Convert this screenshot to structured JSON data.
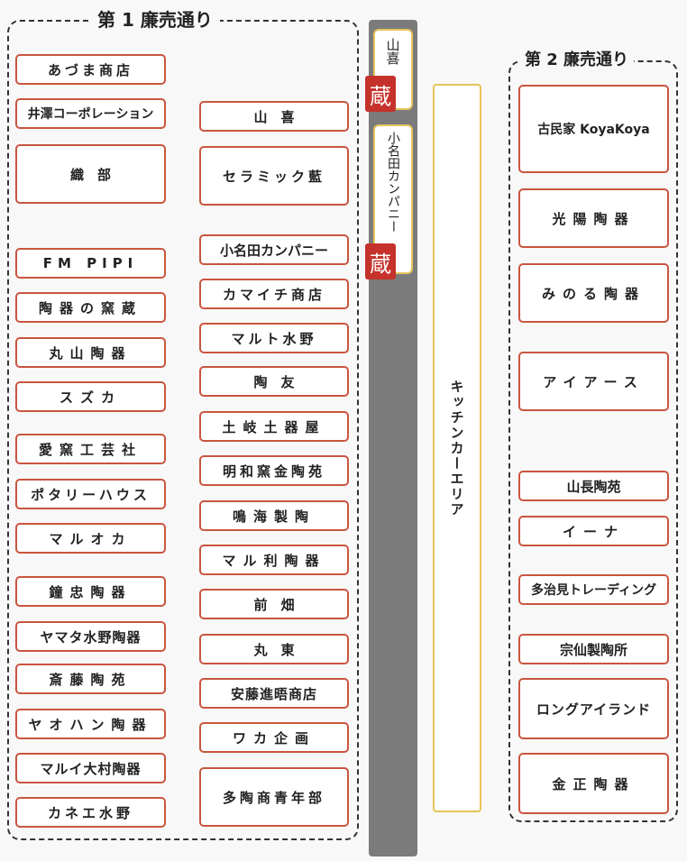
{
  "colors": {
    "shop_border": "#c9553f",
    "warehouse_border": "#e7c35b",
    "road": "#7b7b7b",
    "stamp": "#c5312b"
  },
  "group1": {
    "title": "第 1 廉売通り",
    "shops": [
      "あづま商店",
      "井澤コーポレーション",
      "織　部",
      "FM PIPI",
      "陶器の窯蔵",
      "丸山陶器",
      "スズカ",
      "愛窯工芸社",
      "ポタリーハウス",
      "マルオカ",
      "鐘忠陶器",
      "ヤマタ水野陶器",
      "斎藤陶苑",
      "ヤオハン陶器",
      "マルイ大村陶器",
      "カネエ水野",
      "山　喜",
      "セラミック藍",
      "小名田カンパニー",
      "カマイチ商店",
      "マルト水野",
      "陶　友",
      "土岐土器屋",
      "明和窯金陶苑",
      "鳴海製陶",
      "マル利陶器",
      "前　畑",
      "丸　東",
      "安藤進晤商店",
      "ワカ企画",
      "多陶商青年部"
    ]
  },
  "warehouses": [
    {
      "name": "山喜",
      "stamp": "蔵"
    },
    {
      "name": "小名田カンパニー",
      "stamp": "蔵"
    }
  ],
  "kitchen_area": "キッチンカーエリア",
  "group2": {
    "title": "第 2 廉売通り",
    "shops": [
      "古民家 KoyaKoya",
      "光陽陶器",
      "みのる陶器",
      "アイアース",
      "山長陶苑",
      "イーナ",
      "多治見トレーディング",
      "宗仙製陶所",
      "ロングアイランド",
      "金正陶器"
    ]
  }
}
